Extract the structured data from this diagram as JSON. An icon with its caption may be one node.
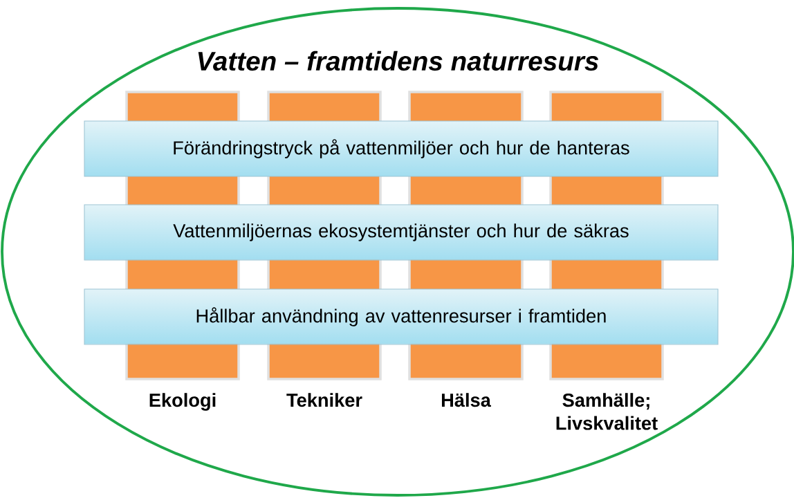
{
  "diagram": {
    "nodes": [
      {
        "text": [
          "Vatten – framtidens naturresurs"
        ]
      },
      {
        "text": [
          "Ekologi"
        ],
        "in": 0
      },
      {
        "text": [
          "Tekniker"
        ],
        "in": 0
      },
      {
        "text": [
          "Hälsa"
        ],
        "in": 0
      },
      {
        "text": [
          "Samhälle; Livskvalitet"
        ],
        "in": 0
      },
      {
        "text": [
          "Förändringstryck på vattenmiljöer och hur de hanteras"
        ],
        "in": 0
      },
      {
        "text": [
          "Vattenmiljöernas ekosystemtjänster och hur de säkras"
        ],
        "in": 0
      },
      {
        "text": [
          "Hållbar användning av vattenresurser i framtiden"
        ],
        "in": 0
      }
    ]
  }
}
